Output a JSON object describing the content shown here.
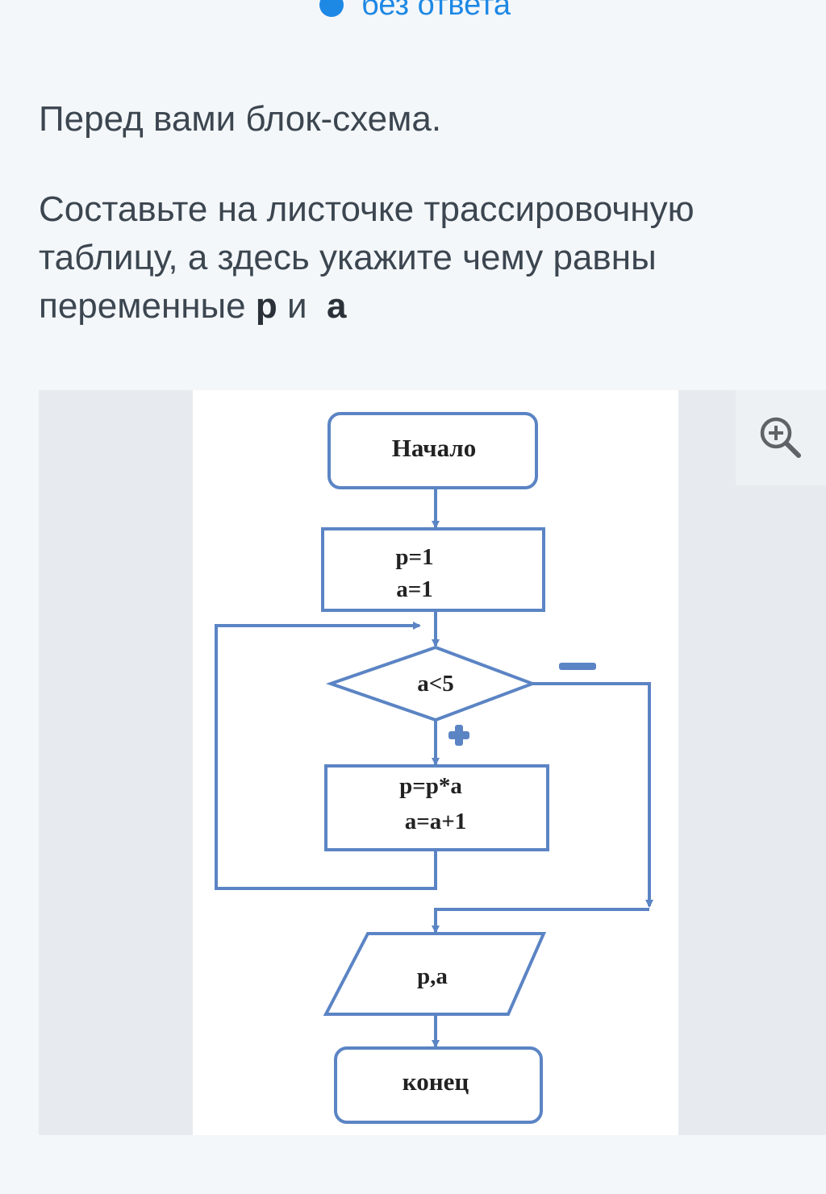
{
  "status": {
    "label": "без ответа"
  },
  "question": {
    "line1": "Перед вами блок-схема.",
    "line2": "Составьте на листочке трассировочную таблицу, а здесь укажите чему равны переменные",
    "var_p": "p",
    "and": "и",
    "var_a": "a"
  },
  "flowchart": {
    "start": "Начало",
    "init_1": "p=1",
    "init_2": "a=1",
    "condition": "a<5",
    "body_1": "p=p*a",
    "body_2": "a=a+1",
    "output": "p,a",
    "end": "конец",
    "colors": {
      "stroke": "#5b84c4",
      "text": "#222222"
    }
  },
  "icons": {
    "zoom": "zoom-in-icon"
  },
  "colors": {
    "accent": "#1e88e5",
    "text": "#3c4650",
    "background": "#f4f7fa"
  }
}
